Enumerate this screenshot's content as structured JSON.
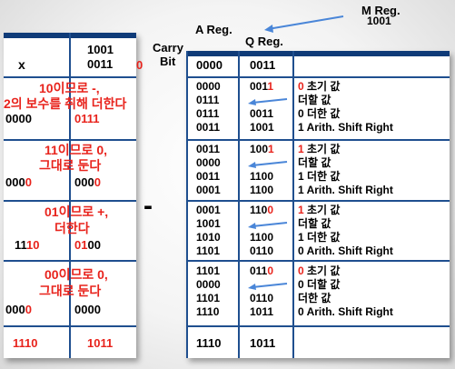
{
  "colors": {
    "accent_red": "#e8231c",
    "grid_blue": "#1f4f8f",
    "header_bar": "#0f3b78",
    "arrow_blue": "#4a86d8"
  },
  "top_labels": {
    "m_reg": "M Reg.",
    "m_value": "1001",
    "a_reg": "A Reg.",
    "q_reg": "Q Reg."
  },
  "left": {
    "header": {
      "x_label": "x",
      "m_val": "1001",
      "q_val": "0011",
      "red_zero": "0"
    },
    "steps": [
      {
        "note1": "10이므로 -,",
        "note2": "2의 보수를 취해 더한다",
        "a": "0000",
        "q": "0111",
        "a_red": "",
        "q_red": "",
        "q_plain": "0111"
      },
      {
        "note1": "11이므로 0,",
        "note2": "그대로 둔다",
        "a_plain": "000",
        "a_red": "0",
        "q_plain": "000",
        "q_red": "0"
      },
      {
        "note1": "01이므로 +,",
        "note2": "더한다",
        "a_plain": "11",
        "a_red": "10",
        "q_red": "01",
        "q_plain": "00"
      },
      {
        "note1": "00이므로 0,",
        "note2": "그대로 둔다",
        "a_plain": "000",
        "a_red": "0",
        "q_plain": "0000"
      }
    ],
    "result": {
      "a": "1110",
      "q": "1011"
    }
  },
  "minus_sign": "-",
  "right": {
    "carry": {
      "line1": "Carry",
      "line2": "Bit"
    },
    "header_row": {
      "a": "0000",
      "q": "0011"
    },
    "groups": [
      {
        "rows": [
          {
            "a": "0000",
            "q_plain": "001",
            "q_red": "1",
            "desc_red": "0",
            "desc": " 초기 값"
          },
          {
            "a": "0111",
            "q_plain": "",
            "q_red": "",
            "desc_red": "",
            "desc": "더할 값"
          },
          {
            "a": "0111",
            "q_plain": "0011",
            "q_red": "",
            "desc_red": "",
            "desc": "0 더한 값"
          },
          {
            "a": "0011",
            "q_plain": "1001",
            "q_red": "",
            "desc_red": "",
            "desc": "1 Arith. Shift Right"
          }
        ]
      },
      {
        "rows": [
          {
            "a": "0011",
            "q_plain": "100",
            "q_red": "1",
            "desc_red": "1",
            "desc": " 초기 값"
          },
          {
            "a": "0000",
            "q_plain": "",
            "q_red": "",
            "desc_red": "",
            "desc": "더할 값"
          },
          {
            "a": "0011",
            "q_plain": "1100",
            "q_red": "",
            "desc_red": "",
            "desc": "1 더한 값"
          },
          {
            "a": "0001",
            "q_plain": "1100",
            "q_red": "",
            "desc_red": "",
            "desc": "1 Arith. Shift Right"
          }
        ]
      },
      {
        "rows": [
          {
            "a": "0001",
            "q_plain": "110",
            "q_red": "0",
            "desc_red": "1",
            "desc": " 초기 값"
          },
          {
            "a": "1001",
            "q_plain": "",
            "q_red": "",
            "desc_red": "",
            "desc": "더할 값"
          },
          {
            "a": "1010",
            "q_plain": "1100",
            "q_red": "",
            "desc_red": "",
            "desc": "1 더한 값"
          },
          {
            "a": "1101",
            "q_plain": "0110",
            "q_red": "",
            "desc_red": "",
            "desc": "0 Arith. Shift Right"
          }
        ]
      },
      {
        "rows": [
          {
            "a": "1101",
            "q_plain": "011",
            "q_red": "0",
            "desc_red": "0",
            "desc": " 초기 값"
          },
          {
            "a": "0000",
            "q_plain": "",
            "q_red": "",
            "desc_red": "",
            "desc": "0 더할 값"
          },
          {
            "a": "1101",
            "q_plain": "0110",
            "q_red": "",
            "desc_red": "",
            "desc": "더한 값"
          },
          {
            "a": "1110",
            "q_plain": "1011",
            "q_red": "",
            "desc_red": "",
            "desc": "0 Arith. Shift Right"
          }
        ]
      }
    ],
    "result": {
      "a": "1110",
      "q": "1011"
    }
  }
}
